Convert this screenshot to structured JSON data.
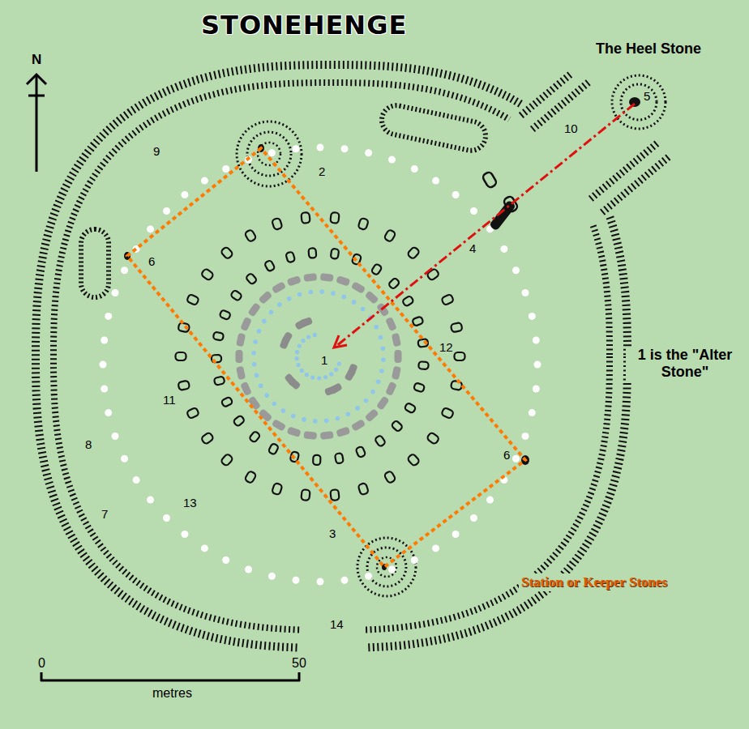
{
  "diagram": {
    "title": "STONEHENGE",
    "labels": [
      "The Heel Stone",
      "1 is the \"Alter Stone\"",
      "Station or Keeper Stones",
      "N",
      "9",
      "2",
      "10",
      "5",
      "4",
      "6",
      "12",
      "1",
      "11",
      "6",
      "8",
      "7",
      "13",
      "3",
      "14",
      "0",
      "50",
      "metres"
    ]
  }
}
